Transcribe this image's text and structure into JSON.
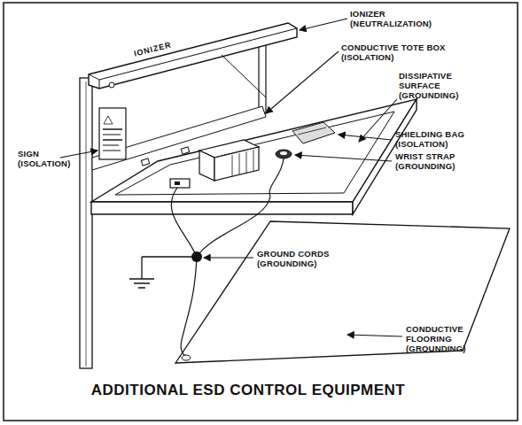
{
  "diagram": {
    "title": "ADDITIONAL ESD CONTROL EQUIPMENT",
    "labels": [
      "IONIZER (NEUTRALIZATION)",
      "IONIZER",
      "CONDUCTIVE TOTE BOX (ISOLATION)",
      "DISSIPATIVE SURFACE (GROUNDING)",
      "SHIELDING BAG (ISOLATION)",
      "WRIST STRAP (GROUNDING)",
      "SIGN (ISOLATION)",
      "GROUND CORDS (GROUNDING)",
      "CONDUCTIVE FLOORING (GROUNDING)"
    ]
  }
}
